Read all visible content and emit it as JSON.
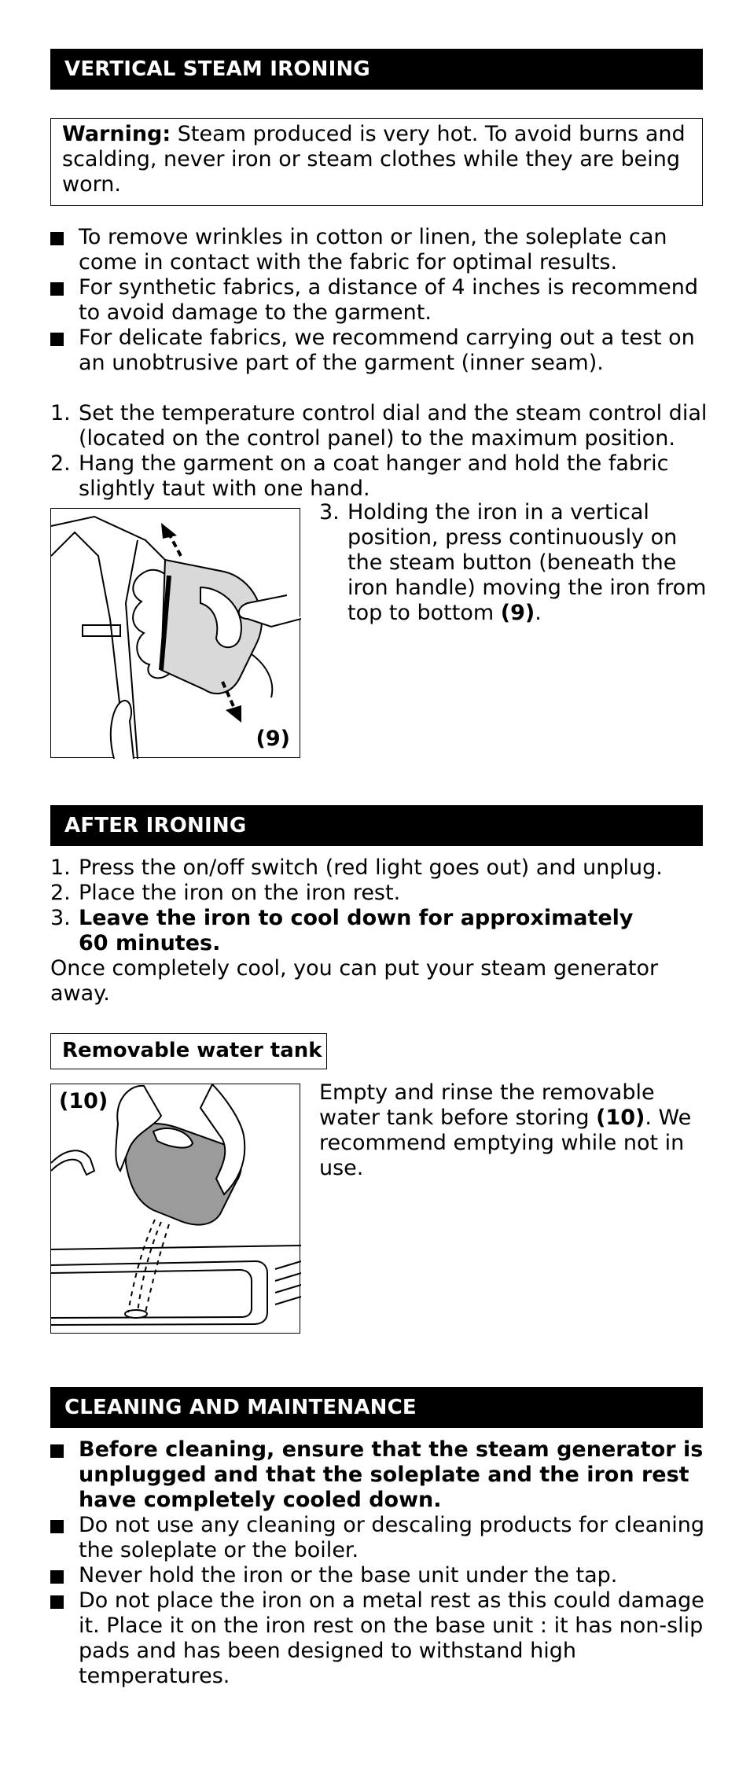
{
  "sections": {
    "vertical": {
      "title": "VERTICAL STEAM IRONING",
      "warning_label": "Warning:",
      "warning_text": " Steam produced is very hot. To avoid burns and scalding, never iron or steam clothes while they are being worn.",
      "bullets": [
        "To remove wrinkles in cotton or linen, the soleplate can come in contact with the fabric for optimal results.",
        "For synthetic fabrics, a distance of 4 inches is recommend to avoid damage to the garment.",
        "For delicate fabrics, we recommend carrying out a test on an unobtrusive part of the garment (inner seam)."
      ],
      "steps": [
        {
          "num": "1.",
          "text": "Set the temperature control dial and the steam control dial (located on the control panel) to the maximum position."
        },
        {
          "num": "2.",
          "text": "Hang the garment on a coat hanger and hold the fabric slightly taut with one hand."
        },
        {
          "num": "3.",
          "text": "Holding the iron in a vertical position, press continuously on the steam button (beneath the iron handle) moving the iron from top to bottom ",
          "ref": "(9)",
          "end": "."
        }
      ],
      "figure_label": "(9)"
    },
    "after": {
      "title": "AFTER IRONING",
      "steps": [
        {
          "num": "1.",
          "text": "Press the on/off switch (red light goes out) and unplug."
        },
        {
          "num": "2.",
          "text": "Place the iron on the iron rest."
        },
        {
          "num": "3.",
          "text": "Leave the iron to cool down for approximately 60 minutes."
        }
      ],
      "closing": "Once completely cool, you can put your steam generator away.",
      "subheader": "Removable water tank",
      "figure_label": "(10)",
      "tank_text_1": "Empty and rinse the removable water tank before storing ",
      "tank_ref": "(10)",
      "tank_text_2": ". We recommend emptying while not in use."
    },
    "cleaning": {
      "title": "CLEANING AND MAINTENANCE",
      "bullets": [
        "Before cleaning, ensure that the steam generator is unplugged and that the soleplate and the iron rest have completely cooled down.",
        "Do not use any cleaning or descaling products for cleaning the soleplate or the boiler.",
        "Never hold the iron or the base unit under the tap.",
        "Do not place the iron on a metal rest as this could damage it. Place it on the iron rest on the base unit : it has non-slip pads and has been designed to withstand high temperatures."
      ]
    }
  }
}
